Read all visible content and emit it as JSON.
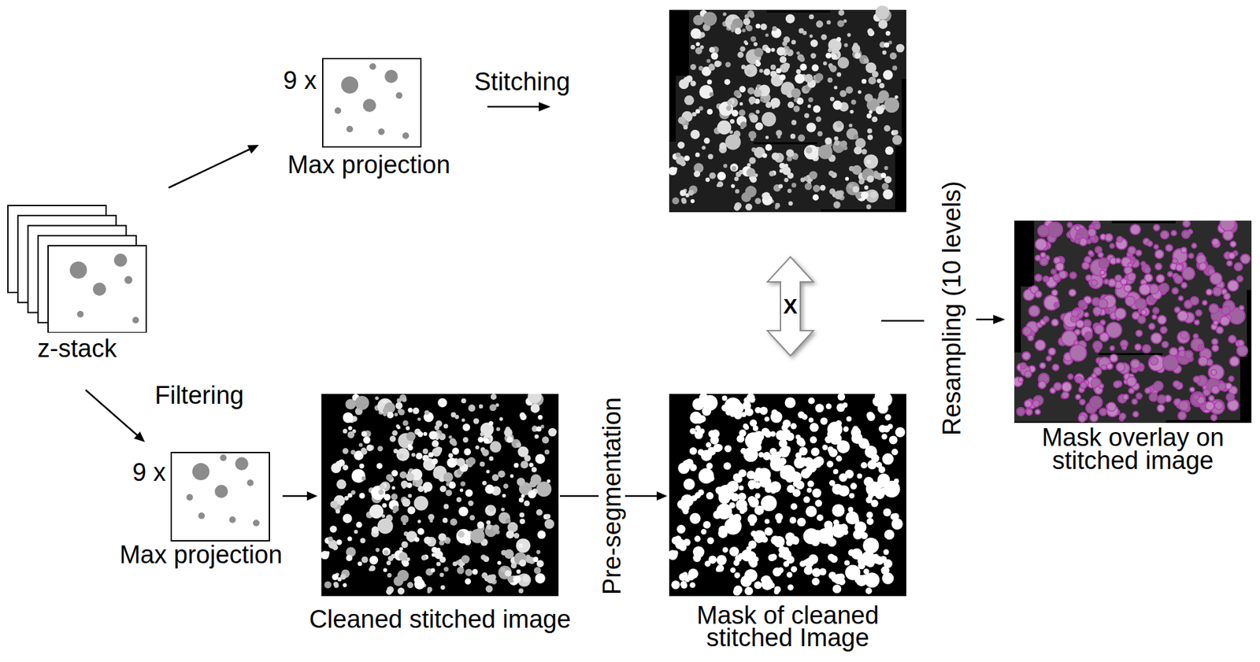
{
  "diagram": {
    "nodes": [
      {
        "text": [
          "z-stack"
        ]
      },
      {
        "text": [
          "9 x",
          "Max projection"
        ]
      },
      {
        "text": [
          "9 x",
          "Max projection"
        ]
      },
      {
        "text": [
          "Cleaned stitched image"
        ]
      },
      {
        "text": [
          "Mask of cleaned stitched Image"
        ]
      },
      {
        "text": [
          "Mask overlay on stitched image"
        ]
      }
    ],
    "edges": [
      {
        "from": 0,
        "to": 1,
        "arrow": "to"
      },
      {
        "from": 0,
        "to": 2,
        "arrow": "to",
        "label": "Filtering"
      },
      {
        "from": 2,
        "to": 3,
        "arrow": "to"
      },
      {
        "from": 3,
        "to": 4,
        "arrow": "to",
        "label": "Pre-segmentation"
      }
    ],
    "labels": [
      "Stitching",
      "X",
      "Resampling (10 levels)"
    ]
  }
}
